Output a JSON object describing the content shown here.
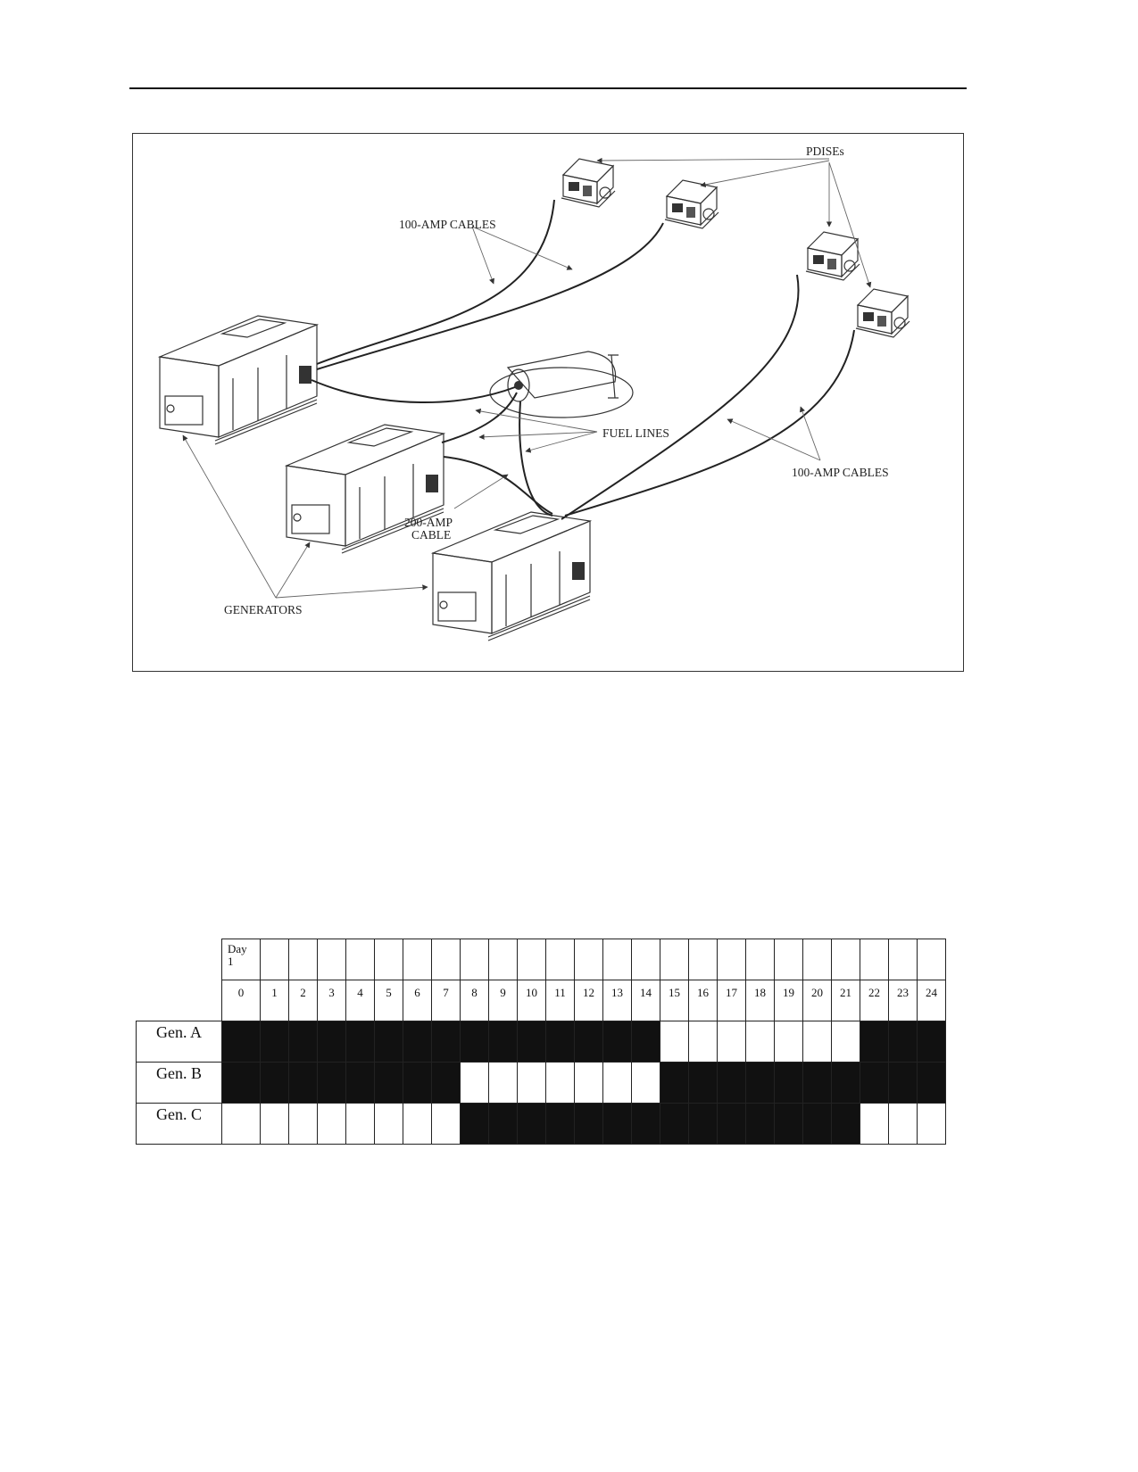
{
  "figure": {
    "labels": {
      "pdises": "PDISEs",
      "amp100_top": "100-AMP CABLES",
      "fuel_lines": "FUEL LINES",
      "amp100_right": "100-AMP CABLES",
      "amp200_line1": "200-AMP",
      "amp200_line2": "CABLE",
      "generators": "GENERATORS"
    }
  },
  "schedule": {
    "header_day_label": "Day",
    "header_day_number": "1",
    "hours": [
      "0",
      "1",
      "2",
      "3",
      "4",
      "5",
      "6",
      "7",
      "8",
      "9",
      "10",
      "11",
      "12",
      "13",
      "14",
      "15",
      "16",
      "17",
      "18",
      "19",
      "20",
      "21",
      "22",
      "23",
      "24"
    ],
    "rows": [
      {
        "label": "Gen. A",
        "on": [
          1,
          1,
          1,
          1,
          1,
          1,
          1,
          1,
          1,
          1,
          1,
          1,
          1,
          1,
          1,
          0,
          0,
          0,
          0,
          0,
          0,
          0,
          1,
          1,
          1
        ]
      },
      {
        "label": "Gen. B",
        "on": [
          1,
          1,
          1,
          1,
          1,
          1,
          1,
          1,
          0,
          0,
          0,
          0,
          0,
          0,
          0,
          1,
          1,
          1,
          1,
          1,
          1,
          1,
          1,
          1,
          1
        ]
      },
      {
        "label": "Gen. C",
        "on": [
          0,
          0,
          0,
          0,
          0,
          0,
          0,
          0,
          1,
          1,
          1,
          1,
          1,
          1,
          1,
          1,
          1,
          1,
          1,
          1,
          1,
          1,
          0,
          0,
          0
        ]
      }
    ]
  }
}
